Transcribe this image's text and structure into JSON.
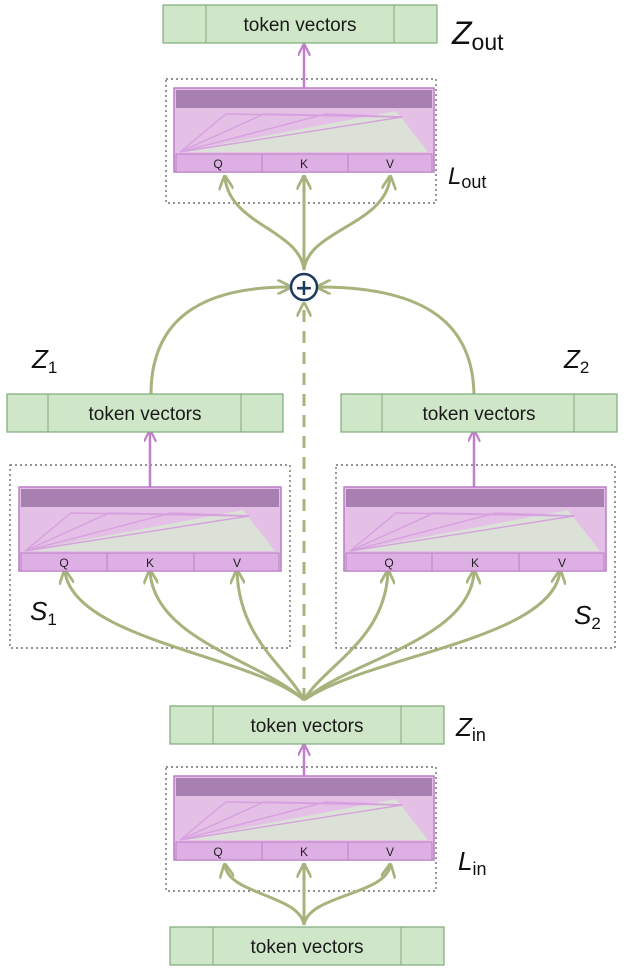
{
  "colors": {
    "token_fill": "#cfe6c8",
    "token_stroke": "#7fa97a",
    "attn_outer": "#e4bfe6",
    "attn_stroke": "#b97fc4",
    "attn_top": "#a77fb0",
    "attn_tri": "#dbe1d7",
    "attn_lines": "#d7a0df",
    "qkv_fill": "#deafe4",
    "arrow_green": "#a6b37c",
    "arrow_purple": "#c07fc9",
    "dotted": "#555555",
    "plus_ring": "#1e3a5f"
  },
  "token_boxes": {
    "zout": {
      "label": "token vectors"
    },
    "z1": {
      "label": "token vectors"
    },
    "z2": {
      "label": "token vectors"
    },
    "zin": {
      "label": "token vectors"
    },
    "input": {
      "label": "token vectors"
    }
  },
  "attention_blocks": {
    "lout": {
      "q": "Q",
      "k": "K",
      "v": "V"
    },
    "s1": {
      "q": "Q",
      "k": "K",
      "v": "V"
    },
    "s2": {
      "q": "Q",
      "k": "K",
      "v": "V"
    },
    "lin": {
      "q": "Q",
      "k": "K",
      "v": "V"
    }
  },
  "labels": {
    "zout": {
      "main": "Z",
      "sub": "out"
    },
    "lout": {
      "main": "L",
      "sub": "out"
    },
    "z1": {
      "main": "Z",
      "sub": "1"
    },
    "z2": {
      "main": "Z",
      "sub": "2"
    },
    "s1": {
      "main": "S",
      "sub": "1"
    },
    "s2": {
      "main": "S",
      "sub": "2"
    },
    "zin": {
      "main": "Z",
      "sub": "in"
    },
    "lin": {
      "main": "L",
      "sub": "in"
    }
  },
  "plus_symbol": "+"
}
